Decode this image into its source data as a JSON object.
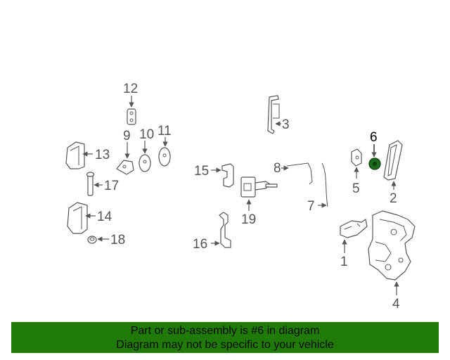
{
  "callouts": {
    "c1": "1",
    "c2": "2",
    "c3": "3",
    "c4": "4",
    "c5": "5",
    "c6": "6",
    "c7": "7",
    "c8": "8",
    "c9": "9",
    "c10": "10",
    "c11": "11",
    "c12": "12",
    "c13": "13",
    "c14": "14",
    "c15": "15",
    "c16": "16",
    "c17": "17",
    "c18": "18",
    "c19": "19"
  },
  "highlighted_part": "6",
  "colors": {
    "banner": "#1f7a08",
    "highlight": "#1e6b1e",
    "line": "#555555"
  },
  "footer": {
    "line1": "Part or sub-assembly is #6 in diagram",
    "line2": "Diagram may not be specific to your vehicle"
  }
}
